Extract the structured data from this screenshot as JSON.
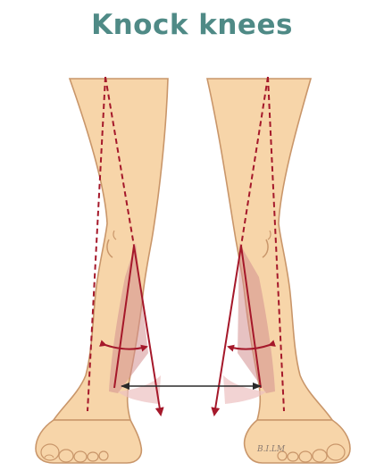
{
  "title": "Knock knees",
  "signature": "B.I.LM",
  "colors": {
    "title": "#4f8a86",
    "skin": "#f7d5a9",
    "skin_shade": "#e9b98a",
    "outline": "#c9966a",
    "axis_line": "#a5182a",
    "angle_fill": "#d49090",
    "spread_fill": "#ecc0c0",
    "measure_arrow": "#2a2a2a"
  },
  "icons": {
    "angle_marker": "curved-double-arrow",
    "distance_marker": "straight-double-arrow"
  }
}
